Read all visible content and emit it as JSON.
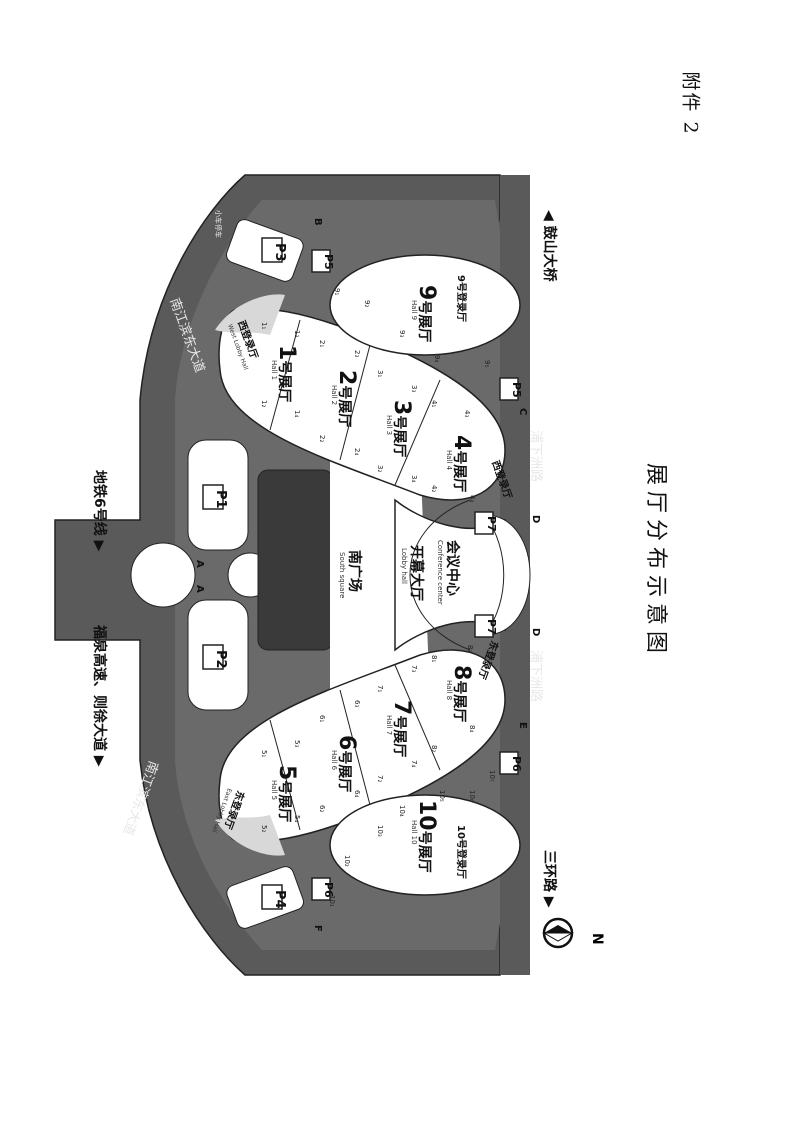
{
  "header": {
    "attachment_label": "附件 2",
    "map_title": "展厅分布示意图"
  },
  "directions": {
    "gushan_bridge": "◀ 鼓山大桥",
    "metro_line6": "地铁6号线 ▶",
    "fuquan_expressway": "福泉高速、则徐大道 ▶",
    "ring_road": "三环路 ▶"
  },
  "roads": {
    "nanjiang_binhai_top": "南江滨东大道",
    "nanjiang_binhai_bottom": "南江滨东大道",
    "puxia_zhou_top": "浦下洲路",
    "puxia_zhou_bottom": "浦下洲路"
  },
  "halls": [
    {
      "num": "1",
      "cn": "号展厅",
      "en": "Hall 1"
    },
    {
      "num": "2",
      "cn": "号展厅",
      "en": "Hall 2"
    },
    {
      "num": "3",
      "cn": "号展厅",
      "en": "Hall 3"
    },
    {
      "num": "4",
      "cn": "号展厅",
      "en": "Hall 4"
    },
    {
      "num": "5",
      "cn": "号展厅",
      "en": "Hall 5"
    },
    {
      "num": "6",
      "cn": "号展厅",
      "en": "Hall 6"
    },
    {
      "num": "7",
      "cn": "号展厅",
      "en": "Hall 7"
    },
    {
      "num": "8",
      "cn": "号展厅",
      "en": "Hall 8"
    },
    {
      "num": "9",
      "cn": "号展厅",
      "en": "Hall 9"
    },
    {
      "num": "10",
      "cn": "号展厅",
      "en": "Hall 10"
    }
  ],
  "areas": {
    "conference_center_cn": "会议中心",
    "conference_center_en": "Conference center",
    "lobby_cn": "开幕大厅",
    "lobby_en": "Lobby hall",
    "south_square_cn": "南广场",
    "south_square_en": "South square",
    "west_lobby_1": "西登录厅",
    "west_lobby_1_en": "West Lobby Hall",
    "west_lobby_2": "西登录厅",
    "east_lobby_1": "东登录厅",
    "east_lobby_1_en": "East Lobby Hall",
    "east_lobby_2": "东登录厅",
    "hall9_lobby": "9号登录厅",
    "hall10_lobby": "10号登录厅"
  },
  "parking": [
    "P1",
    "P2",
    "P3",
    "P4",
    "P5",
    "P5",
    "P6",
    "P6",
    "P7",
    "P7"
  ],
  "gates": [
    "A",
    "A",
    "B",
    "C",
    "D",
    "D",
    "E",
    "F"
  ],
  "sub_labels": {
    "hall9": [
      "9₁",
      "9₂",
      "9₃",
      "9₄",
      "9₅"
    ],
    "hall10": [
      "10₁",
      "10₂",
      "10₃",
      "10₄",
      "10₅",
      "10₆",
      "10₇"
    ],
    "hall1": [
      "1₁",
      "1₂",
      "1₃",
      "1₄"
    ],
    "hall2": [
      "2₁",
      "2₂",
      "2₃",
      "2₄"
    ],
    "hall3": [
      "3₁",
      "3₂",
      "3₃",
      "3₄"
    ],
    "hall4": [
      "4₁",
      "4₂",
      "4₃",
      "4₄"
    ],
    "hall5": [
      "5₁",
      "5₂",
      "5₃",
      "5₄"
    ],
    "hall6": [
      "6₁",
      "6₂",
      "6₃",
      "6₄"
    ],
    "hall7": [
      "7₁",
      "7₂",
      "7₃",
      "7₄"
    ],
    "hall8": [
      "8₁",
      "8₂",
      "8₃",
      "8₄"
    ]
  },
  "compass": "N",
  "small_labels": {
    "station": "小车停车"
  },
  "colors": {
    "road": "#5a5a5a",
    "building": "#ffffff",
    "outline": "#222222",
    "dark_block": "#3a3a3a",
    "light_gray": "#d8d8d8"
  }
}
